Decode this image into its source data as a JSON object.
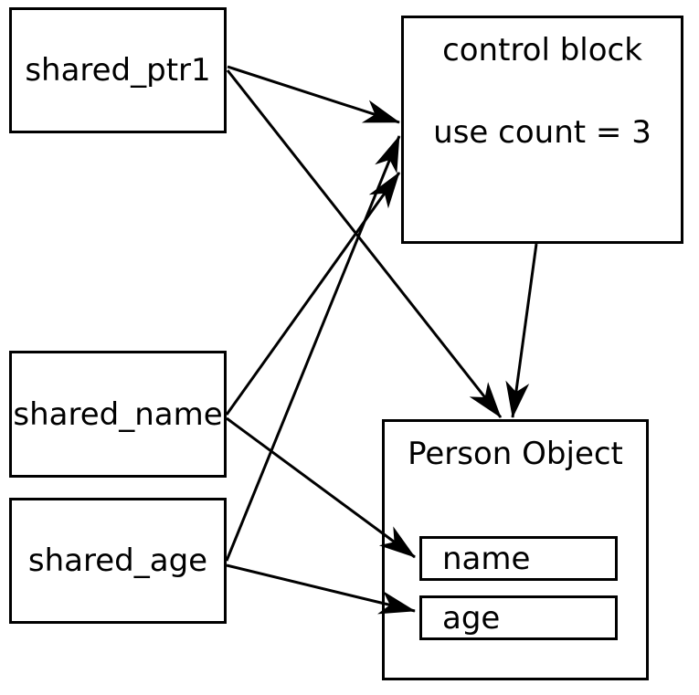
{
  "diagram": {
    "title_hint": "shared_ptr ownership diagram",
    "colors": {
      "stroke": "#000000",
      "background": "#ffffff",
      "text": "#000000"
    },
    "nodes": {
      "shared_ptr1": {
        "label": "shared_ptr1"
      },
      "control_block": {
        "title": "control block",
        "use_count_line": "use count = 3"
      },
      "shared_name": {
        "label": "shared_name"
      },
      "shared_age": {
        "label": "shared_age"
      },
      "person_object": {
        "title": "Person Object",
        "fields": {
          "name": "name",
          "age": "age"
        }
      }
    },
    "edges": [
      {
        "from": "shared_ptr1",
        "to": "control_block"
      },
      {
        "from": "shared_ptr1",
        "to": "person_object"
      },
      {
        "from": "shared_name",
        "to": "control_block"
      },
      {
        "from": "shared_name",
        "to": "person_object.name"
      },
      {
        "from": "shared_age",
        "to": "control_block"
      },
      {
        "from": "shared_age",
        "to": "person_object.age"
      },
      {
        "from": "control_block",
        "to": "person_object"
      }
    ]
  }
}
